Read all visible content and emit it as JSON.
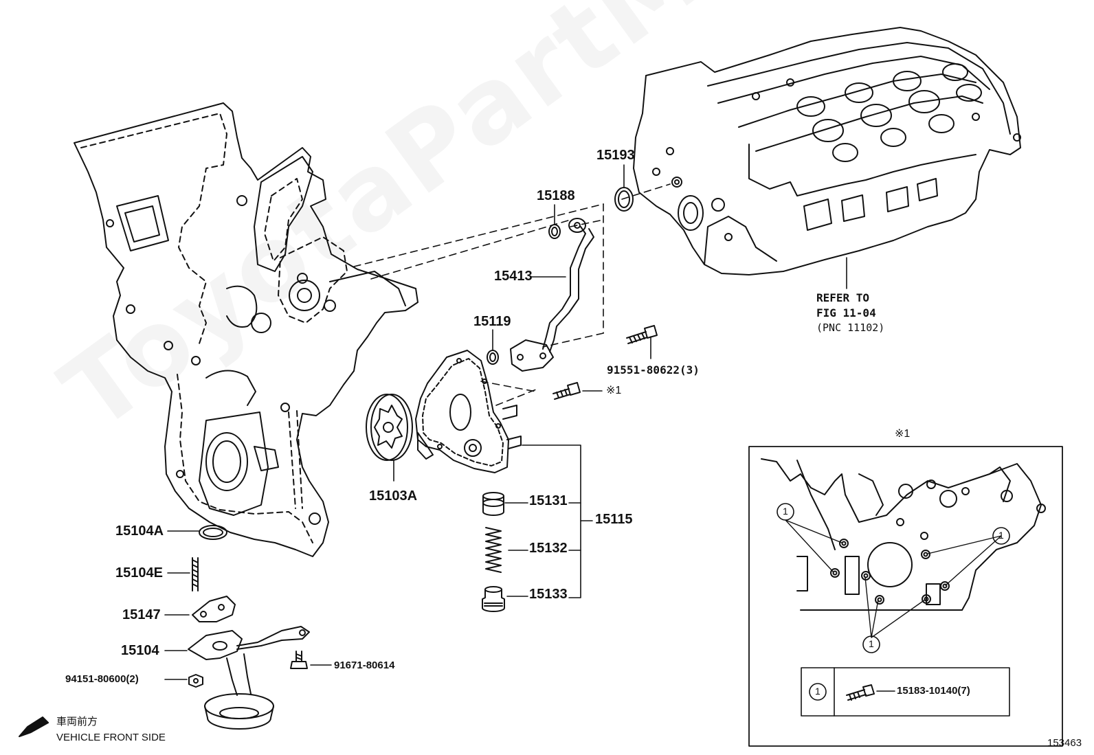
{
  "parts": {
    "p15193": "15193",
    "p15188": "15188",
    "p15413": "15413",
    "p15119": "15119",
    "p91551": "91551-80622(3)",
    "ref1": "※1",
    "p15103A": "15103A",
    "p15131": "15131",
    "p15132": "15132",
    "p15133": "15133",
    "p15115": "15115",
    "p15104A": "15104A",
    "p15104E": "15104E",
    "p15147": "15147",
    "p15104": "15104",
    "p94151": "94151-80600(2)",
    "p91671": "91671-80614"
  },
  "refer": {
    "line1": "REFER TO",
    "line2": "FIG 11-04",
    "line3": "(PNC 11102)"
  },
  "detail": {
    "title": "※1",
    "callout": "1",
    "legend_num": "1",
    "legend_part": "15183-10140(7)"
  },
  "front": {
    "jp": "車両前方",
    "en": "VEHICLE FRONT SIDE"
  },
  "figure_number": "153463",
  "watermark": "ToyotaPartMax",
  "colors": {
    "line": "#111111",
    "background": "#ffffff"
  }
}
